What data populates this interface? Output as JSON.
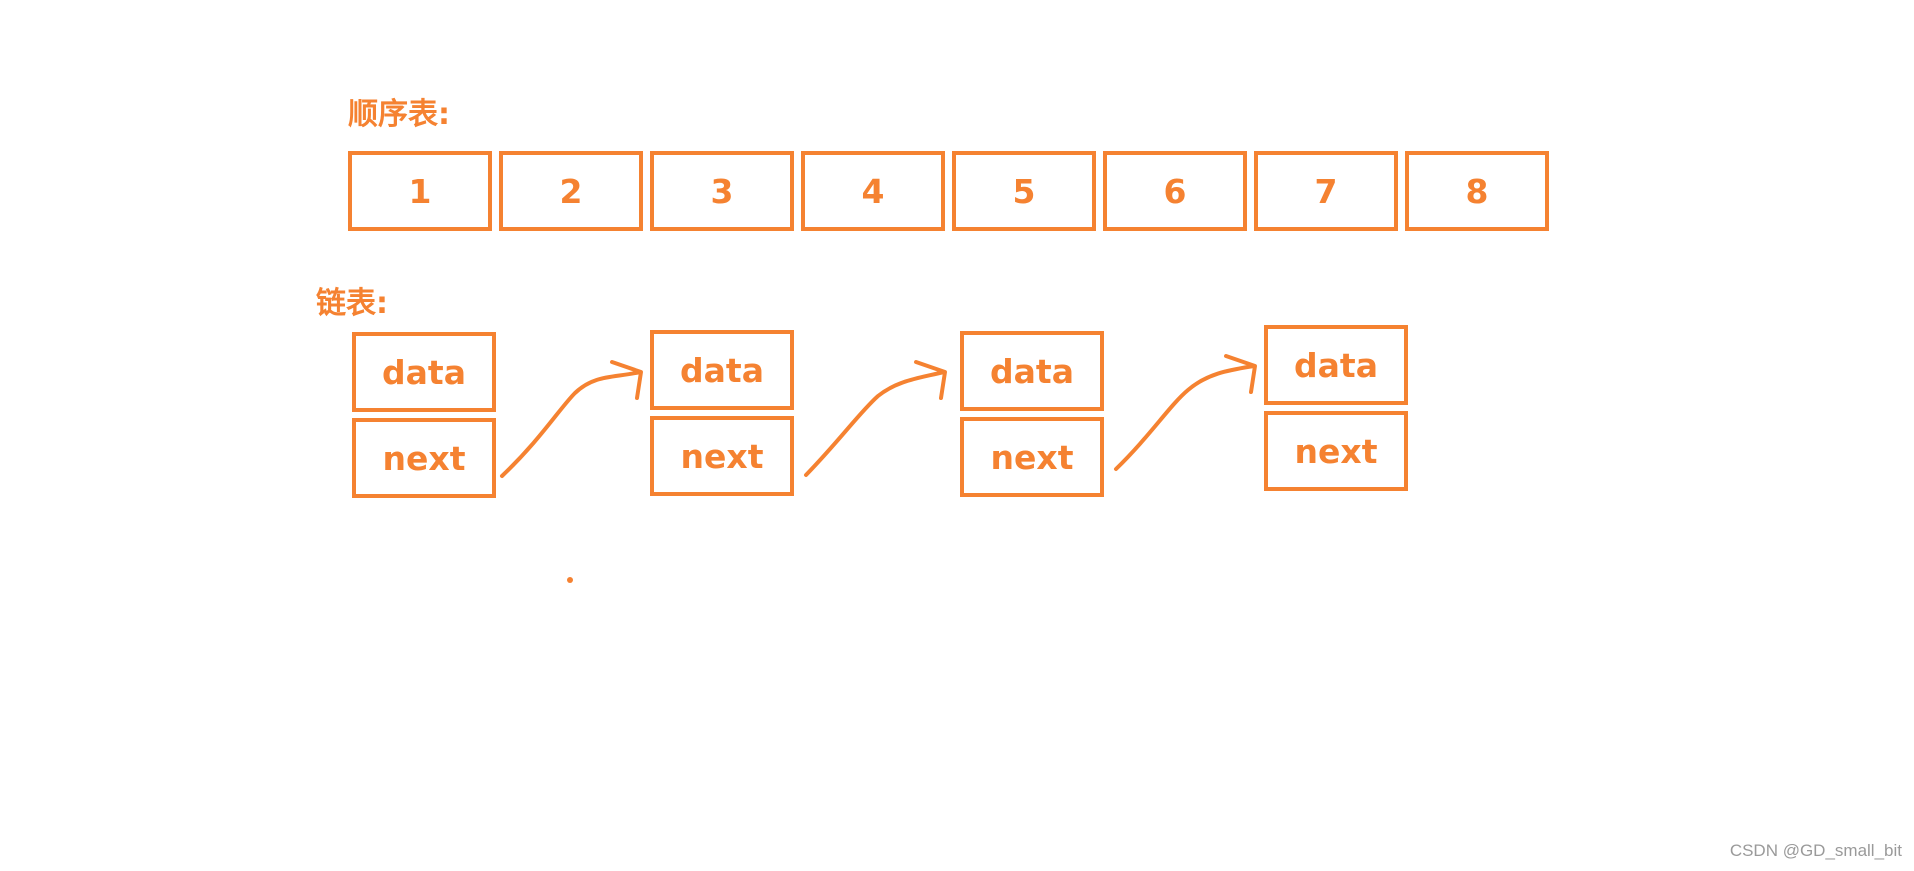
{
  "accent_color": "#f58231",
  "sequential_list": {
    "label": "顺序表:",
    "cells": [
      "1",
      "2",
      "3",
      "4",
      "5",
      "6",
      "7",
      "8"
    ]
  },
  "linked_list": {
    "label": "链表:",
    "nodes": [
      {
        "data": "data",
        "next": "next"
      },
      {
        "data": "data",
        "next": "next"
      },
      {
        "data": "data",
        "next": "next"
      },
      {
        "data": "data",
        "next": "next"
      }
    ]
  },
  "watermark": "CSDN @GD_small_bit"
}
